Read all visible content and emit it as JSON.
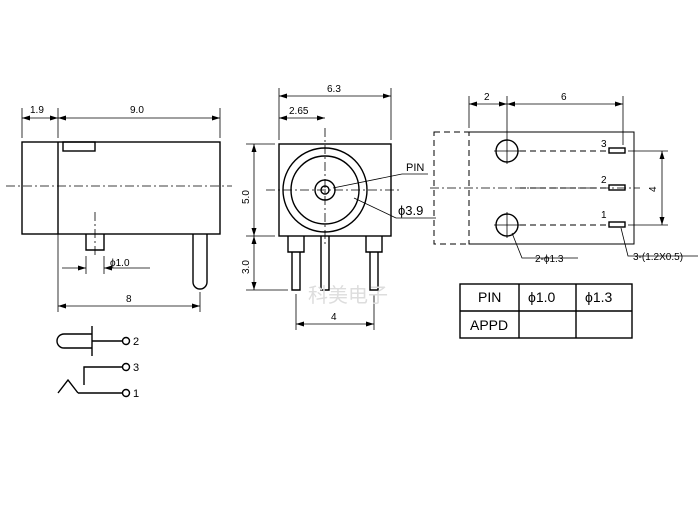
{
  "side_view": {
    "dim_left": "1.9",
    "dim_body": "9.0",
    "dim_pin_dia": "ϕ1.0",
    "dim_pin_len": "8"
  },
  "front_view": {
    "dim_width": "6.3",
    "dim_offset": "2.65",
    "dim_height": "5.0",
    "dim_pin": "3.0",
    "dim_pin_spacing": "4",
    "pin_label": "PIN",
    "hole_label": "ϕ3.9"
  },
  "pcb_view": {
    "dim_left": "2",
    "dim_right": "6",
    "dim_vertical": "4",
    "hole_label": "2-ϕ1.3",
    "slot_label": "3-(1.2X0.5)",
    "pin_numbers": [
      "3",
      "2",
      "1"
    ]
  },
  "spec_table": {
    "headers": [
      "PIN",
      "ϕ1.0",
      "ϕ1.3"
    ],
    "rows": [
      [
        "APPD",
        "",
        ""
      ]
    ]
  },
  "schematic": {
    "pins": [
      "2",
      "3",
      "1"
    ]
  },
  "watermark": "科美电子"
}
